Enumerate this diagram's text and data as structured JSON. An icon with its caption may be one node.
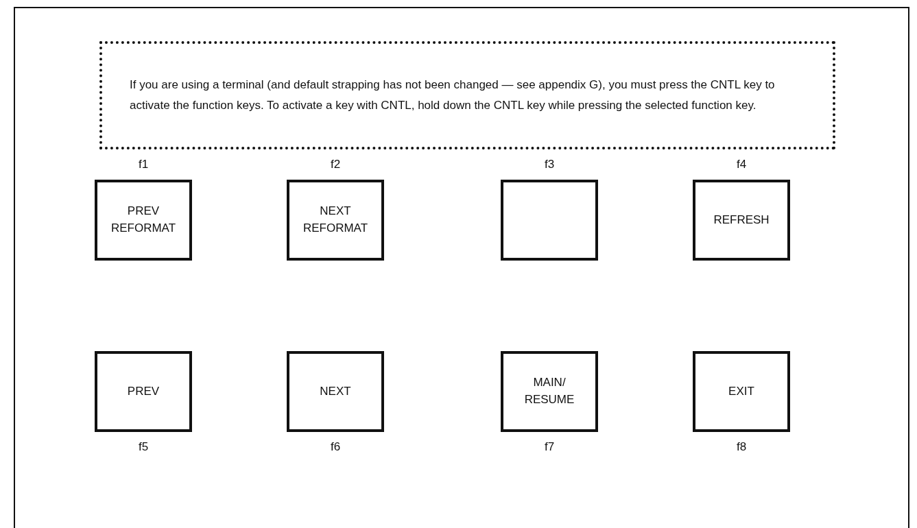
{
  "diagram": {
    "nodes": [
      {
        "text": [
          "If you are using a terminal (and default strapping has not been changed — see appendix G), you must press the CNTL key to activate the function keys. To activate a key with CNTL, hold down the CNTL key while pressing the selected function key."
        ]
      },
      {
        "text": [
          "PREV REFORMAT"
        ],
        "beside": [
          "f1"
        ]
      },
      {
        "text": [
          "NEXT REFORMAT"
        ],
        "beside": [
          "f2"
        ]
      },
      {
        "text": [],
        "shape": "box",
        "beside": [
          "f3"
        ]
      },
      {
        "text": [
          "REFRESH"
        ],
        "beside": [
          "f4"
        ]
      },
      {
        "text": [
          "PREV"
        ],
        "beside": [
          "f5"
        ]
      },
      {
        "text": [
          "NEXT"
        ],
        "beside": [
          "f6"
        ]
      },
      {
        "text": [
          "MAIN/ RESUME"
        ],
        "beside": [
          "f7"
        ]
      },
      {
        "text": [
          "EXIT"
        ],
        "beside": [
          "f8"
        ]
      }
    ]
  }
}
